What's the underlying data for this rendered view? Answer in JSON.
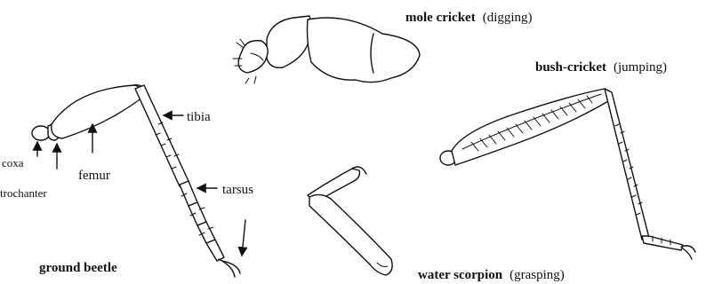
{
  "labels": {
    "coxa": "coxa",
    "trochanter": "trochanter",
    "femur": "femur",
    "tibia": "tibia",
    "tarsus": "tarsus"
  },
  "insects": [
    {
      "name": "ground beetle",
      "note": ""
    },
    {
      "name": "mole cricket",
      "note": "(digging)"
    },
    {
      "name": "bush-cricket",
      "note": "(jumping)"
    },
    {
      "name": "water scorpion",
      "note": "(grasping)"
    }
  ]
}
